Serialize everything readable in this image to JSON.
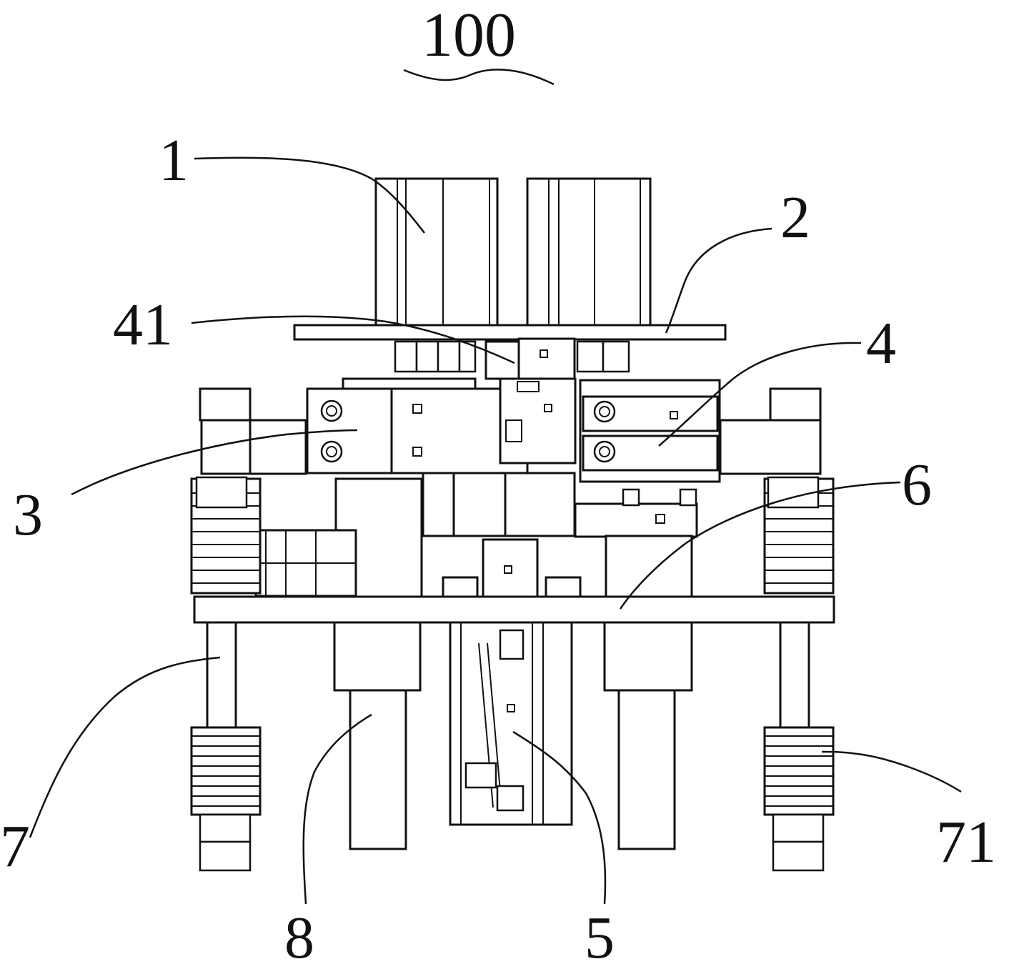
{
  "figure": {
    "assembly_label": "100",
    "colors": {
      "line": "#111111",
      "background": "#ffffff"
    },
    "labels": {
      "part_1": "1",
      "part_2": "2",
      "part_41": "41",
      "part_4": "4",
      "part_3": "3",
      "part_6": "6",
      "part_7": "7",
      "part_71": "71",
      "part_8": "8",
      "part_5": "5"
    }
  }
}
